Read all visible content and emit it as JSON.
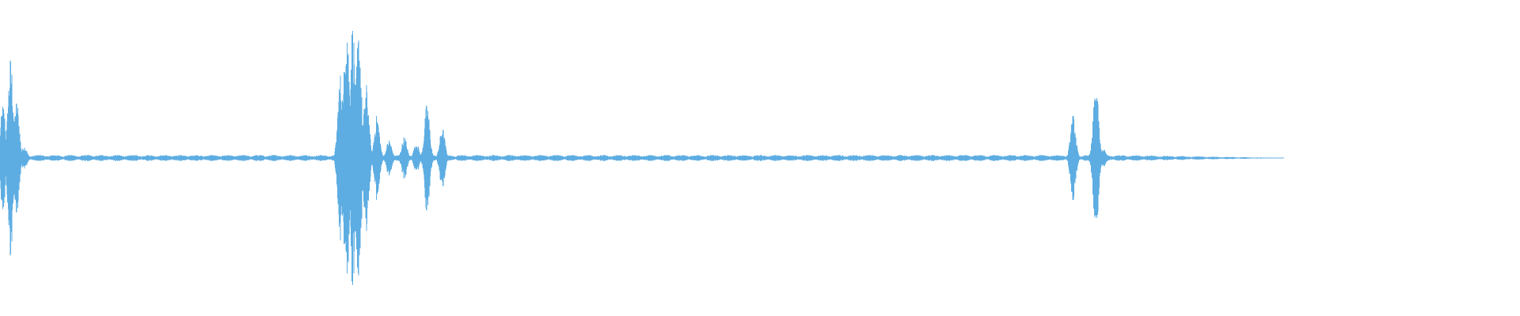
{
  "waveform": {
    "color": "#5dade2",
    "duration_fraction_shown": 0.845,
    "baseline_amplitude": 0.02,
    "bursts": [
      {
        "position": 0.002,
        "amplitude": 0.35
      },
      {
        "position": 0.007,
        "amplitude": 0.66
      },
      {
        "position": 0.011,
        "amplitude": 0.38
      },
      {
        "position": 0.016,
        "amplitude": 0.08
      },
      {
        "position": 0.224,
        "amplitude": 0.55
      },
      {
        "position": 0.228,
        "amplitude": 0.97
      },
      {
        "position": 0.232,
        "amplitude": 0.88
      },
      {
        "position": 0.236,
        "amplitude": 0.84
      },
      {
        "position": 0.241,
        "amplitude": 0.48
      },
      {
        "position": 0.248,
        "amplitude": 0.28
      },
      {
        "position": 0.256,
        "amplitude": 0.12
      },
      {
        "position": 0.266,
        "amplitude": 0.14
      },
      {
        "position": 0.274,
        "amplitude": 0.1
      },
      {
        "position": 0.281,
        "amplitude": 0.36
      },
      {
        "position": 0.291,
        "amplitude": 0.2
      },
      {
        "position": 0.706,
        "amplitude": 0.28
      },
      {
        "position": 0.721,
        "amplitude": 0.49
      },
      {
        "position": 0.726,
        "amplitude": 0.06
      }
    ]
  }
}
